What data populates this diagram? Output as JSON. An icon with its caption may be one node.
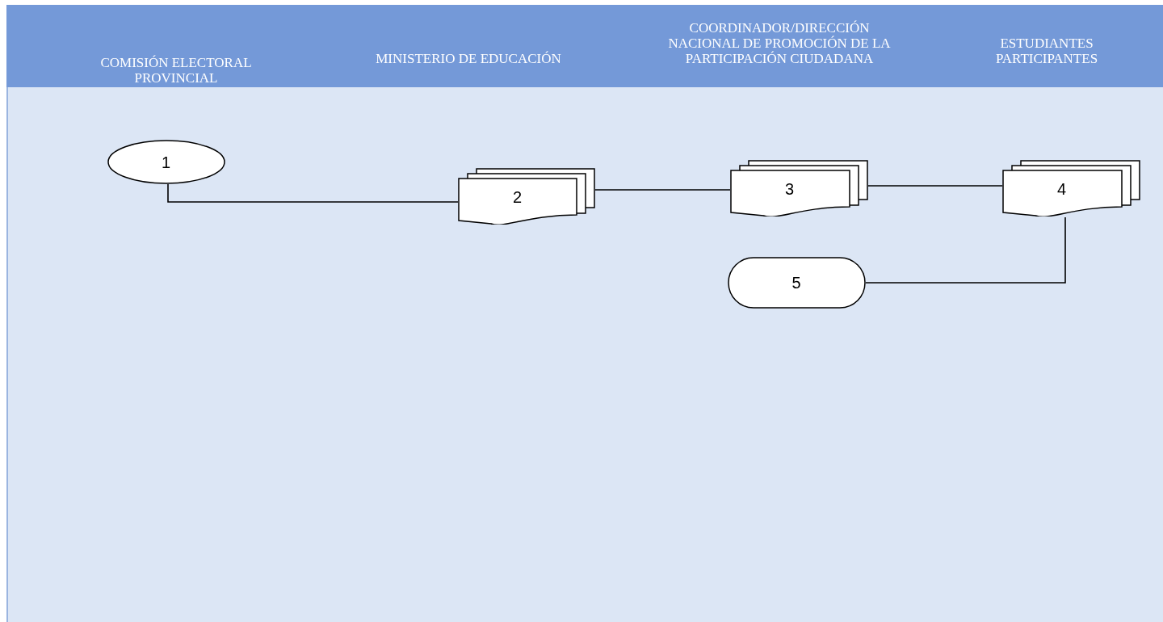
{
  "diagram": {
    "nodes": [
      {
        "text": [
          "1"
        ]
      },
      {
        "text": [
          "2"
        ]
      },
      {
        "text": [
          "3"
        ]
      },
      {
        "text": [
          "4"
        ]
      },
      {
        "text": [
          "5"
        ]
      }
    ],
    "edges": [
      {
        "from": 0,
        "to": 1,
        "arrow": "none"
      },
      {
        "from": 1,
        "to": 2,
        "arrow": "none"
      },
      {
        "from": 2,
        "to": 3,
        "arrow": "none"
      },
      {
        "from": 3,
        "to": 4,
        "arrow": "none"
      }
    ],
    "labels": [
      "COMISIÓN ELECTORAL PROVINCIAL",
      "MINISTERIO DE EDUCACIÓN",
      "COORDINADOR/DIRECCIÓN NACIONAL DE PROMOCIÓN DE LA PARTICIPACIÓN CIUDADANA",
      "ESTUDIANTES PARTICIPANTES"
    ]
  }
}
